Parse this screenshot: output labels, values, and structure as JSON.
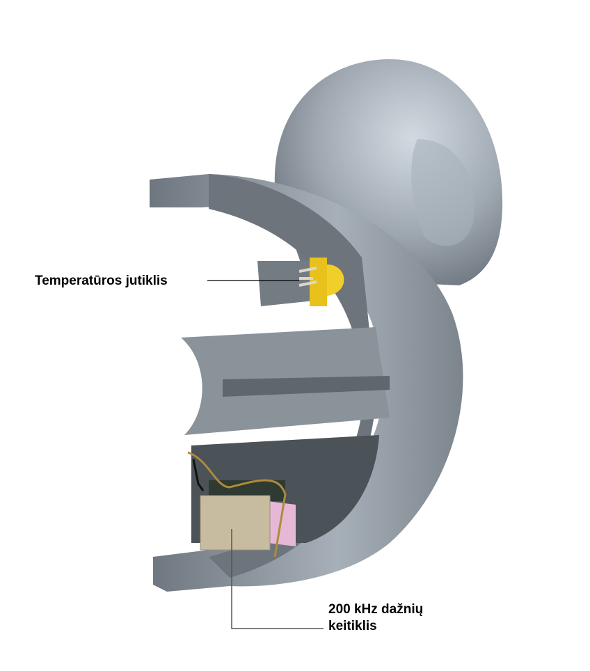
{
  "labels": {
    "temperature_sensor": "Temperatūros jutiklis",
    "transducer_line1": "200 kHz dažnių",
    "transducer_line2": "keitiklis"
  },
  "colors": {
    "housing": "#7d858d",
    "housing_light": "#a9b2ba",
    "sensor": "#e8c21a",
    "transducer_body": "#c8bca0",
    "transducer_side": "#e6b8d6"
  }
}
